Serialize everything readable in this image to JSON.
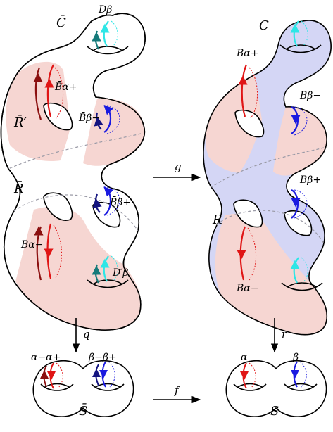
{
  "colors": {
    "blue_fill": "#d4d6f5",
    "pink_fill": "#f6d6d2",
    "violet_fill": "#f4d6f4",
    "red": "#e01515",
    "dark_red": "#8b1010",
    "blue": "#1a1ae0",
    "dark_blue": "#141480",
    "cyan": "#2ee6e6",
    "teal": "#157a7a"
  },
  "labels": {
    "C_bar": "C̄",
    "C": "C",
    "D_beta_bar": "D̄β",
    "D_beta_prime_bar": "D̄′β",
    "B_alpha_plus_bar": "B̄α+",
    "B_alpha_minus_bar": "B̄α−",
    "B_beta_minus_bar": "B̄β−",
    "B_beta_plus_bar": "B̄β+",
    "R_prime_bar": "R̄′",
    "R_bar": "R̄",
    "R": "R",
    "B_alpha_plus": "Bα+",
    "B_alpha_minus": "Bα−",
    "B_beta_minus": "Bβ−",
    "B_beta_plus": "Bβ+",
    "S_bar": "S̄",
    "S": "S",
    "alpha_minus_alpha_plus": "α−α+",
    "beta_minus_beta_plus": "β−β+",
    "alpha": "α",
    "beta": "β"
  },
  "arrows": {
    "g": "g",
    "q": "q",
    "r": "r",
    "f": "f"
  }
}
